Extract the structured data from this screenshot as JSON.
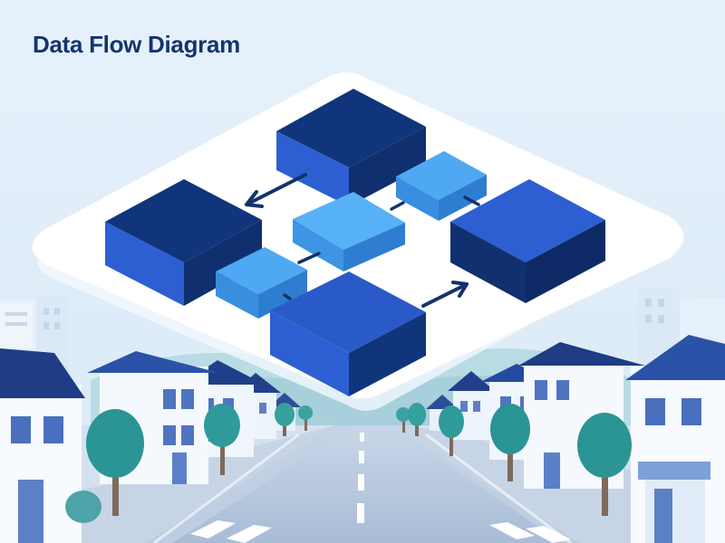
{
  "title": "Data Flow Diagram",
  "diagram": {
    "process_blocks": 4,
    "connector_blocks": 3,
    "arrows": 2
  },
  "colors": {
    "title": "#14346f",
    "sky": "#e4f0fa",
    "block_dark_top": "#11357a",
    "block_mid_top": "#2d5fd2",
    "block_light_top": "#4ea8f2",
    "arrow": "#12326e",
    "platform": "#ffffff",
    "tree": "#2f9a9a",
    "road": "#b9c9de",
    "house_roof": "#1e3f86"
  }
}
